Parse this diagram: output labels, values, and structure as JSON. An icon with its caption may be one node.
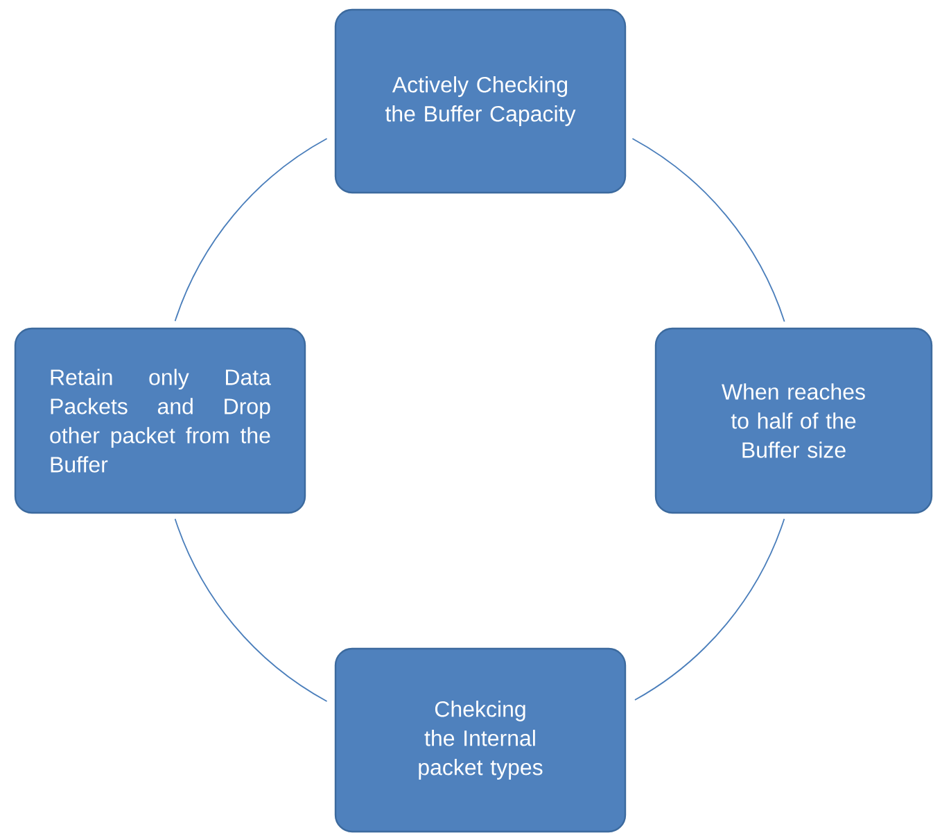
{
  "diagram": {
    "nodes": [
      {
        "text": [
          "Actively Checking the Buffer Capacity"
        ]
      },
      {
        "text": [
          "Retain only Data Packets and Drop other packet from the Buffer"
        ]
      },
      {
        "text": [
          "When reaches to half of the Buffer size"
        ]
      },
      {
        "text": [
          "Chekcing the Internal packet types"
        ]
      }
    ],
    "edges": [
      {
        "from": 0,
        "to": 2,
        "arrow": "none"
      },
      {
        "from": 2,
        "to": 3,
        "arrow": "none"
      },
      {
        "from": 3,
        "to": 1,
        "arrow": "none"
      },
      {
        "from": 1,
        "to": 0,
        "arrow": "none"
      }
    ]
  }
}
